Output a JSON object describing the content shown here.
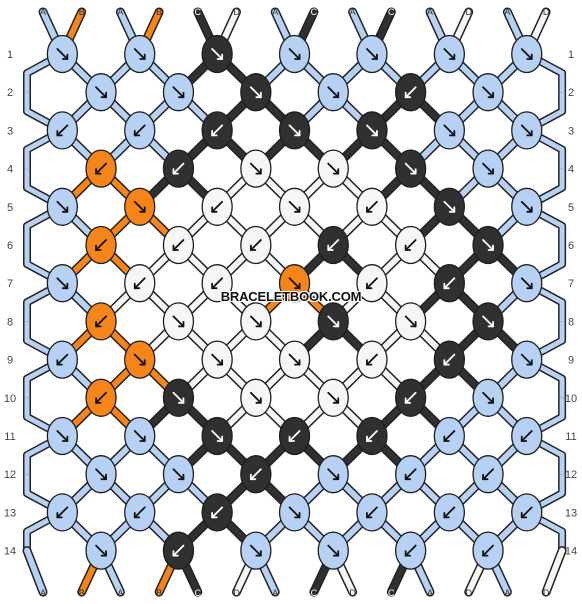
{
  "colors": {
    "A": "#b7d1f5",
    "B": "#f58518",
    "C": "#303030",
    "D": "#f6f6f6"
  },
  "start_strings": [
    "A",
    "B",
    "A",
    "B",
    "C",
    "D",
    "A",
    "C",
    "A",
    "C",
    "A",
    "D",
    "A",
    "D"
  ],
  "end_strings": [
    "A",
    "B",
    "A",
    "B",
    "C",
    "D",
    "A",
    "C",
    "D",
    "C",
    "A",
    "D",
    "A",
    "D"
  ],
  "row_numbers": [
    "1",
    "2",
    "3",
    "4",
    "5",
    "6",
    "7",
    "8",
    "9",
    "10",
    "11",
    "12",
    "13",
    "14"
  ],
  "watermark": "BRACELETBOOK.COM",
  "knots": [
    [
      "A>",
      "A>",
      "C>",
      "A>",
      "A>",
      "A>",
      "A>"
    ],
    [
      "A>",
      "A>",
      "C>",
      "A>",
      "C<",
      "A>"
    ],
    [
      "A<",
      "A<",
      "C<",
      "C>",
      "C>",
      "A>",
      "A>"
    ],
    [
      "B<",
      "C<",
      "D>",
      "D>",
      "C>",
      "A>"
    ],
    [
      "A>",
      "B>",
      "D<",
      "D>",
      "D<",
      "C>",
      "A>"
    ],
    [
      "B<",
      "D<",
      "D<",
      "C<",
      "D<",
      "C>"
    ],
    [
      "A>",
      "D<",
      "D<",
      "B>",
      "D<",
      "C<",
      "A>"
    ],
    [
      "B<",
      "D>",
      "D>",
      "C>",
      "D>",
      "C>"
    ],
    [
      "A<",
      "B>",
      "D>",
      "D>",
      "D<",
      "C<",
      "A>"
    ],
    [
      "B<",
      "C>",
      "D>",
      "D>",
      "C<",
      "A>"
    ],
    [
      "A>",
      "A>",
      "C>",
      "C<",
      "C<",
      "A<",
      "A<"
    ],
    [
      "A>",
      "A>",
      "C<",
      "A>",
      "A<",
      "A<"
    ],
    [
      "A<",
      "A<",
      "C<",
      "A>",
      "A<",
      "A<",
      "A<"
    ],
    [
      "A>",
      "C<",
      "A>",
      "A>",
      "A<",
      "A<"
    ]
  ]
}
